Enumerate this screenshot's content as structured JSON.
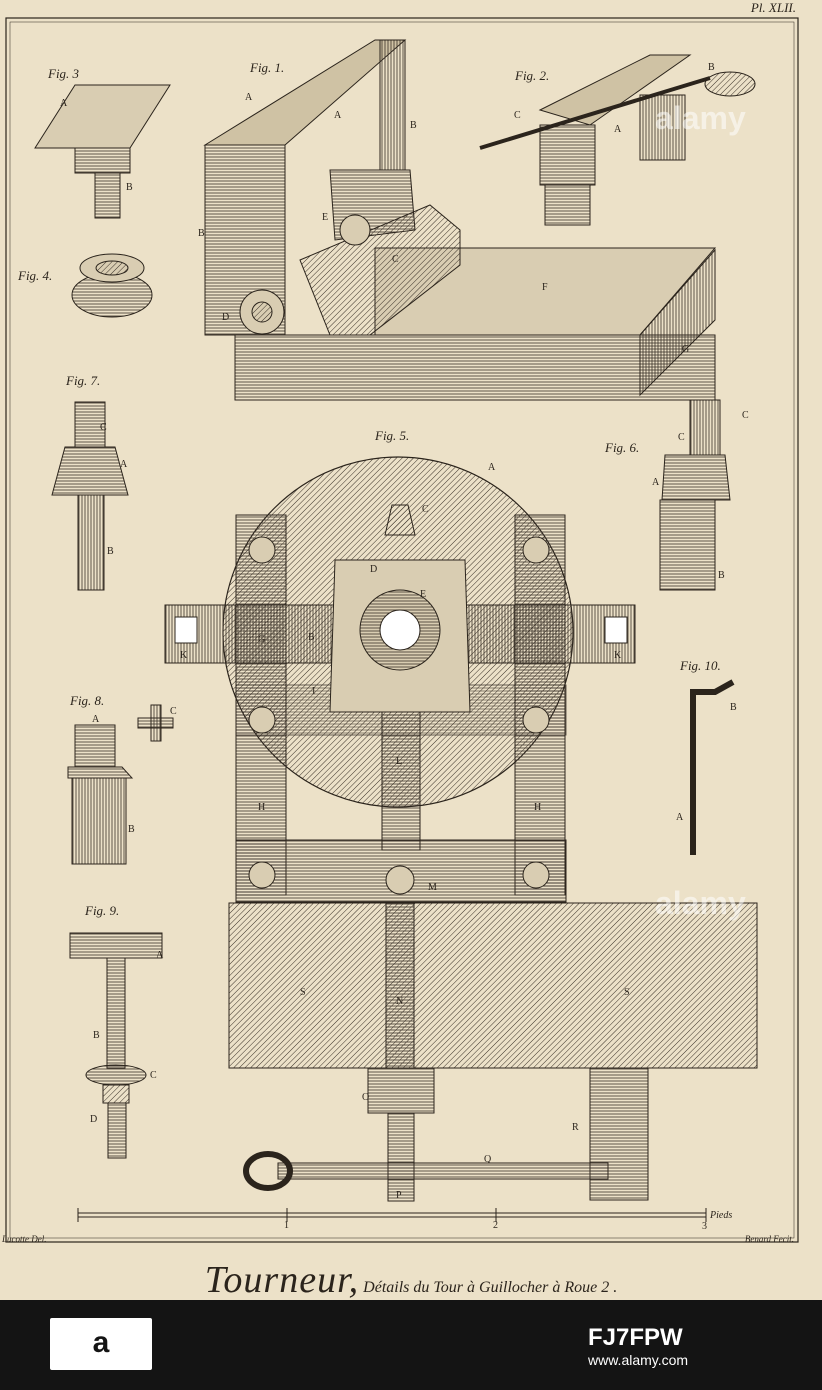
{
  "plate": {
    "number": "Pl. XLII."
  },
  "figures": {
    "fig1": "Fig. 1.",
    "fig2": "Fig. 2.",
    "fig3": "Fig. 3",
    "fig4": "Fig. 4.",
    "fig5": "Fig. 5.",
    "fig6": "Fig. 6.",
    "fig7": "Fig. 7.",
    "fig8": "Fig. 8.",
    "fig9": "Fig. 9.",
    "fig10": "Fig. 10."
  },
  "letters": {
    "A": "A",
    "B": "B",
    "C": "C",
    "D": "D",
    "E": "E",
    "F": "F",
    "G": "G",
    "H": "H",
    "I": "I",
    "K": "K",
    "L": "L",
    "M": "M",
    "N": "N",
    "O": "O",
    "P": "P",
    "Q": "Q",
    "R": "R",
    "S": "S"
  },
  "scale": {
    "tick1": "1",
    "tick2": "2",
    "tick3": "3",
    "unit": "Pieds"
  },
  "credits": {
    "drawn": "Lucotte Del.",
    "engraved": "Benard Fecit."
  },
  "caption": {
    "title": "Tourneur,",
    "subtitle": "Détails du Tour à Guillocher à Roue 2 ."
  },
  "watermark": {
    "text": "alamy"
  },
  "footer": {
    "logo": "a",
    "brand": "alamy",
    "image_id": "FJ7FPW",
    "url": "www.alamy.com"
  },
  "colors": {
    "paper": "#ece1c8",
    "ink": "#2b241c",
    "footer": "#141414"
  }
}
